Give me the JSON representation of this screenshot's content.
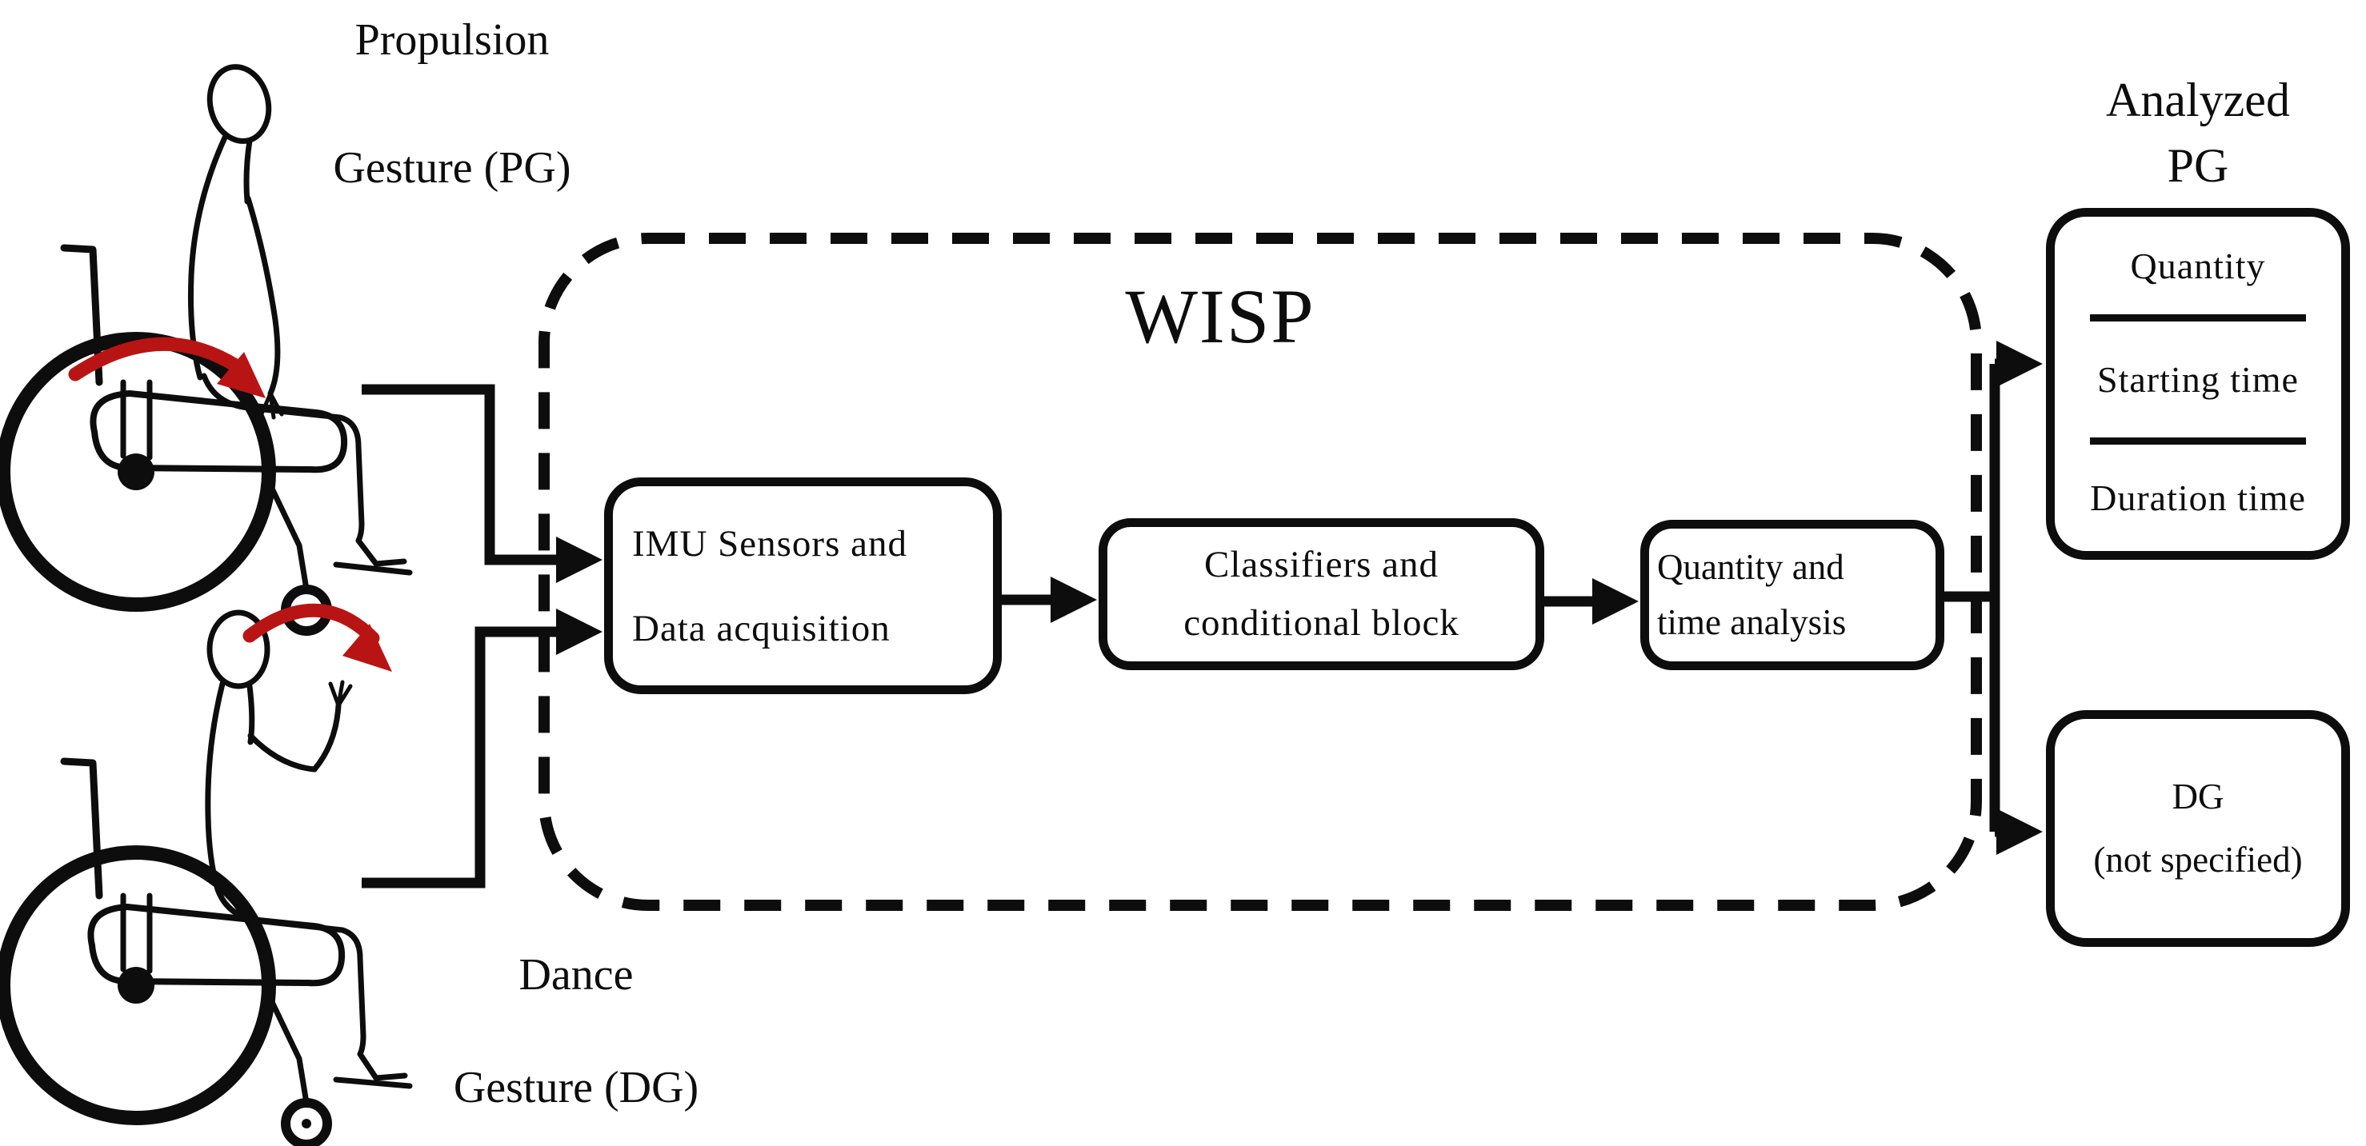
{
  "diagram_title": "WISP",
  "colors": {
    "ink": "#0d0d0d",
    "arrow_red": "#b91414",
    "background": "#ffffff"
  },
  "inputs": {
    "pg": {
      "line1": "Propulsion",
      "line2": "Gesture (PG)"
    },
    "dg": {
      "line1": "Dance",
      "line2": "Gesture (DG)"
    }
  },
  "wisp": {
    "title": "WISP",
    "imu": {
      "line1": "IMU Sensors and",
      "line2": "Data acquisition"
    },
    "classifiers": {
      "line1": "Classifiers and",
      "line2": "conditional block"
    },
    "analysis": {
      "line1": "Quantity and",
      "line2": "time analysis"
    }
  },
  "outputs": {
    "analyzed_pg": {
      "title1": "Analyzed",
      "title2": "PG",
      "rows": [
        "Quantity",
        "Starting time",
        "Duration time"
      ]
    },
    "dg": {
      "line1": "DG",
      "line2": "(not specified)"
    }
  }
}
